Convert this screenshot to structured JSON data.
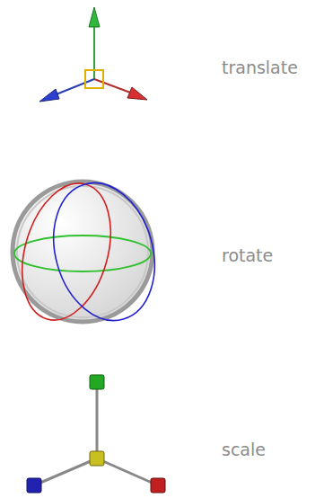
{
  "diagram": {
    "labels": [
      "translate",
      "rotate",
      "scale"
    ]
  }
}
